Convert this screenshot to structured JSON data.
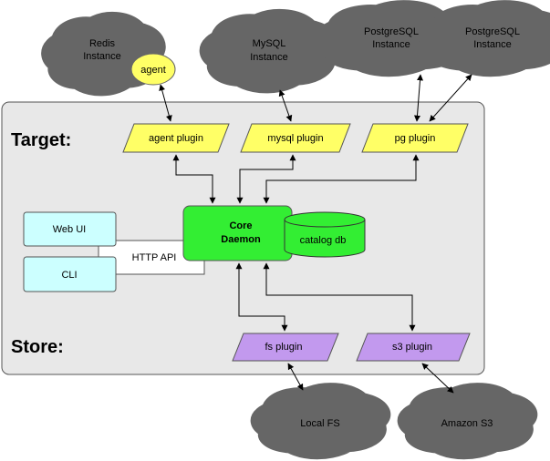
{
  "sections": {
    "target": "Target:",
    "store": "Store:"
  },
  "clouds": {
    "redis": [
      "Redis",
      "Instance"
    ],
    "mysql": [
      "MySQL",
      "Instance"
    ],
    "pg1": [
      "PostgreSQL",
      "Instance"
    ],
    "pg2": [
      "PostgreSQL",
      "Instance"
    ],
    "local_fs": [
      "Local FS"
    ],
    "amazon_s3": [
      "Amazon S3"
    ]
  },
  "agent_label": "agent",
  "plugins": {
    "agent": "agent plugin",
    "mysql": "mysql plugin",
    "pg": "pg plugin",
    "fs": "fs plugin",
    "s3": "s3 plugin"
  },
  "core": {
    "line1": "Core",
    "line2": "Daemon"
  },
  "catalog": "catalog db",
  "clients": {
    "web_ui": "Web UI",
    "cli": "CLI",
    "http_api": "HTTP API"
  },
  "colors": {
    "cloud_yellow": "#ffffc0",
    "cloud_purple": "#e8c8f0",
    "plugin_yellow": "#ffff66",
    "plugin_purple": "#c299ee",
    "core_green": "#33ee33",
    "client_cyan": "#ccffff",
    "panel_gray": "#e8e8e8"
  }
}
